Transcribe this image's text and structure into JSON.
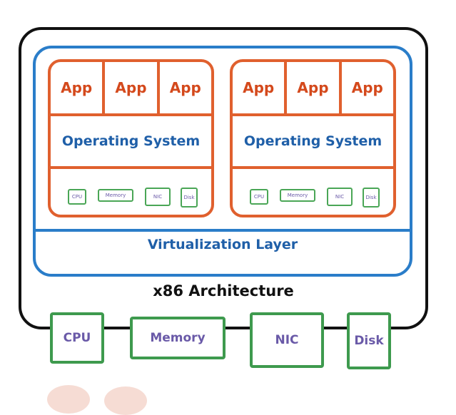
{
  "colors": {
    "host_border": "#111111",
    "virtualization_border": "#2a7dc9",
    "vm_border": "#e0602e",
    "hardware_border": "#3e9a4e",
    "app_text": "#d4491c",
    "os_text": "#1f5fa8",
    "hardware_text": "#6a5aa8"
  },
  "vms": [
    {
      "apps": [
        "App",
        "App",
        "App"
      ],
      "os": "Operating System",
      "virtual_hardware": [
        "CPU",
        "Memory",
        "NIC",
        "Disk"
      ]
    },
    {
      "apps": [
        "App",
        "App",
        "App"
      ],
      "os": "Operating System",
      "virtual_hardware": [
        "CPU",
        "Memory",
        "NIC",
        "Disk"
      ]
    }
  ],
  "virtualization_layer": "Virtualization Layer",
  "architecture": "x86 Architecture",
  "physical_hardware": [
    "CPU",
    "Memory",
    "NIC",
    "Disk"
  ]
}
